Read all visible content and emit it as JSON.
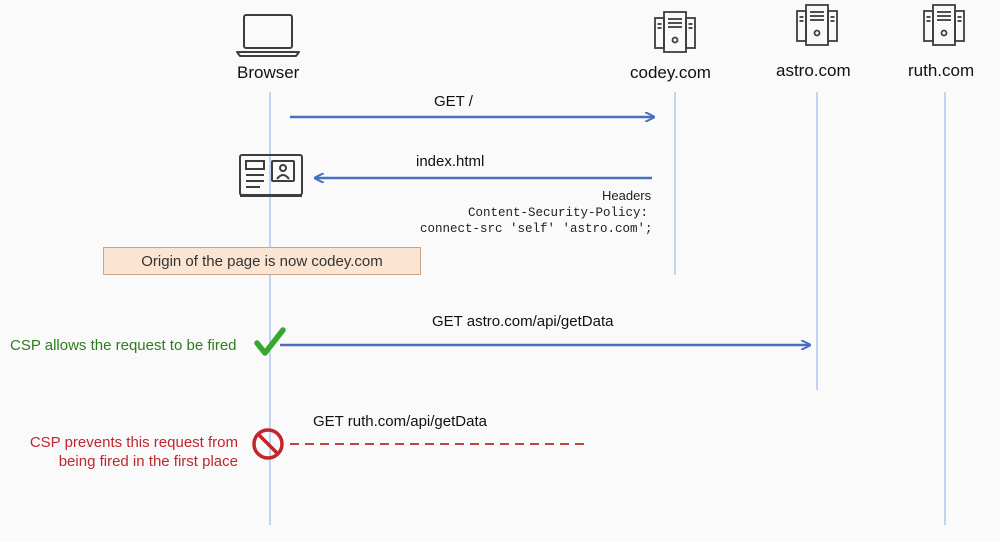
{
  "participants": {
    "browser": "Browser",
    "codey": "codey.com",
    "astro": "astro.com",
    "ruth": "ruth.com"
  },
  "messages": {
    "get_root": "GET /",
    "index_html": "index.html",
    "headers_title": "Headers",
    "csp_header_line1": "Content-Security-Policy:",
    "csp_header_line2": "connect-src 'self' 'astro.com';",
    "origin_note": "Origin of the page is now codey.com",
    "get_astro": "GET astro.com/api/getData",
    "get_ruth": "GET ruth.com/api/getData"
  },
  "notes": {
    "allowed": "CSP allows the request to be fired",
    "blocked_line1": "CSP prevents this request from",
    "blocked_line2": "being fired in the first place"
  },
  "colors": {
    "arrow_blue": "#4a6fbf",
    "lifeline": "#a9c7ef",
    "allowed_green": "#2e7d1e",
    "check_green": "#36a82d",
    "blocked_red": "#c0262d",
    "origin_fill": "#fbe5d2",
    "icon_stroke": "#3d3d3d"
  },
  "icons": {
    "browser": "laptop-icon",
    "page": "web-page-icon",
    "server": "server-icon",
    "allowed": "checkmark-icon",
    "blocked": "prohibited-icon"
  }
}
